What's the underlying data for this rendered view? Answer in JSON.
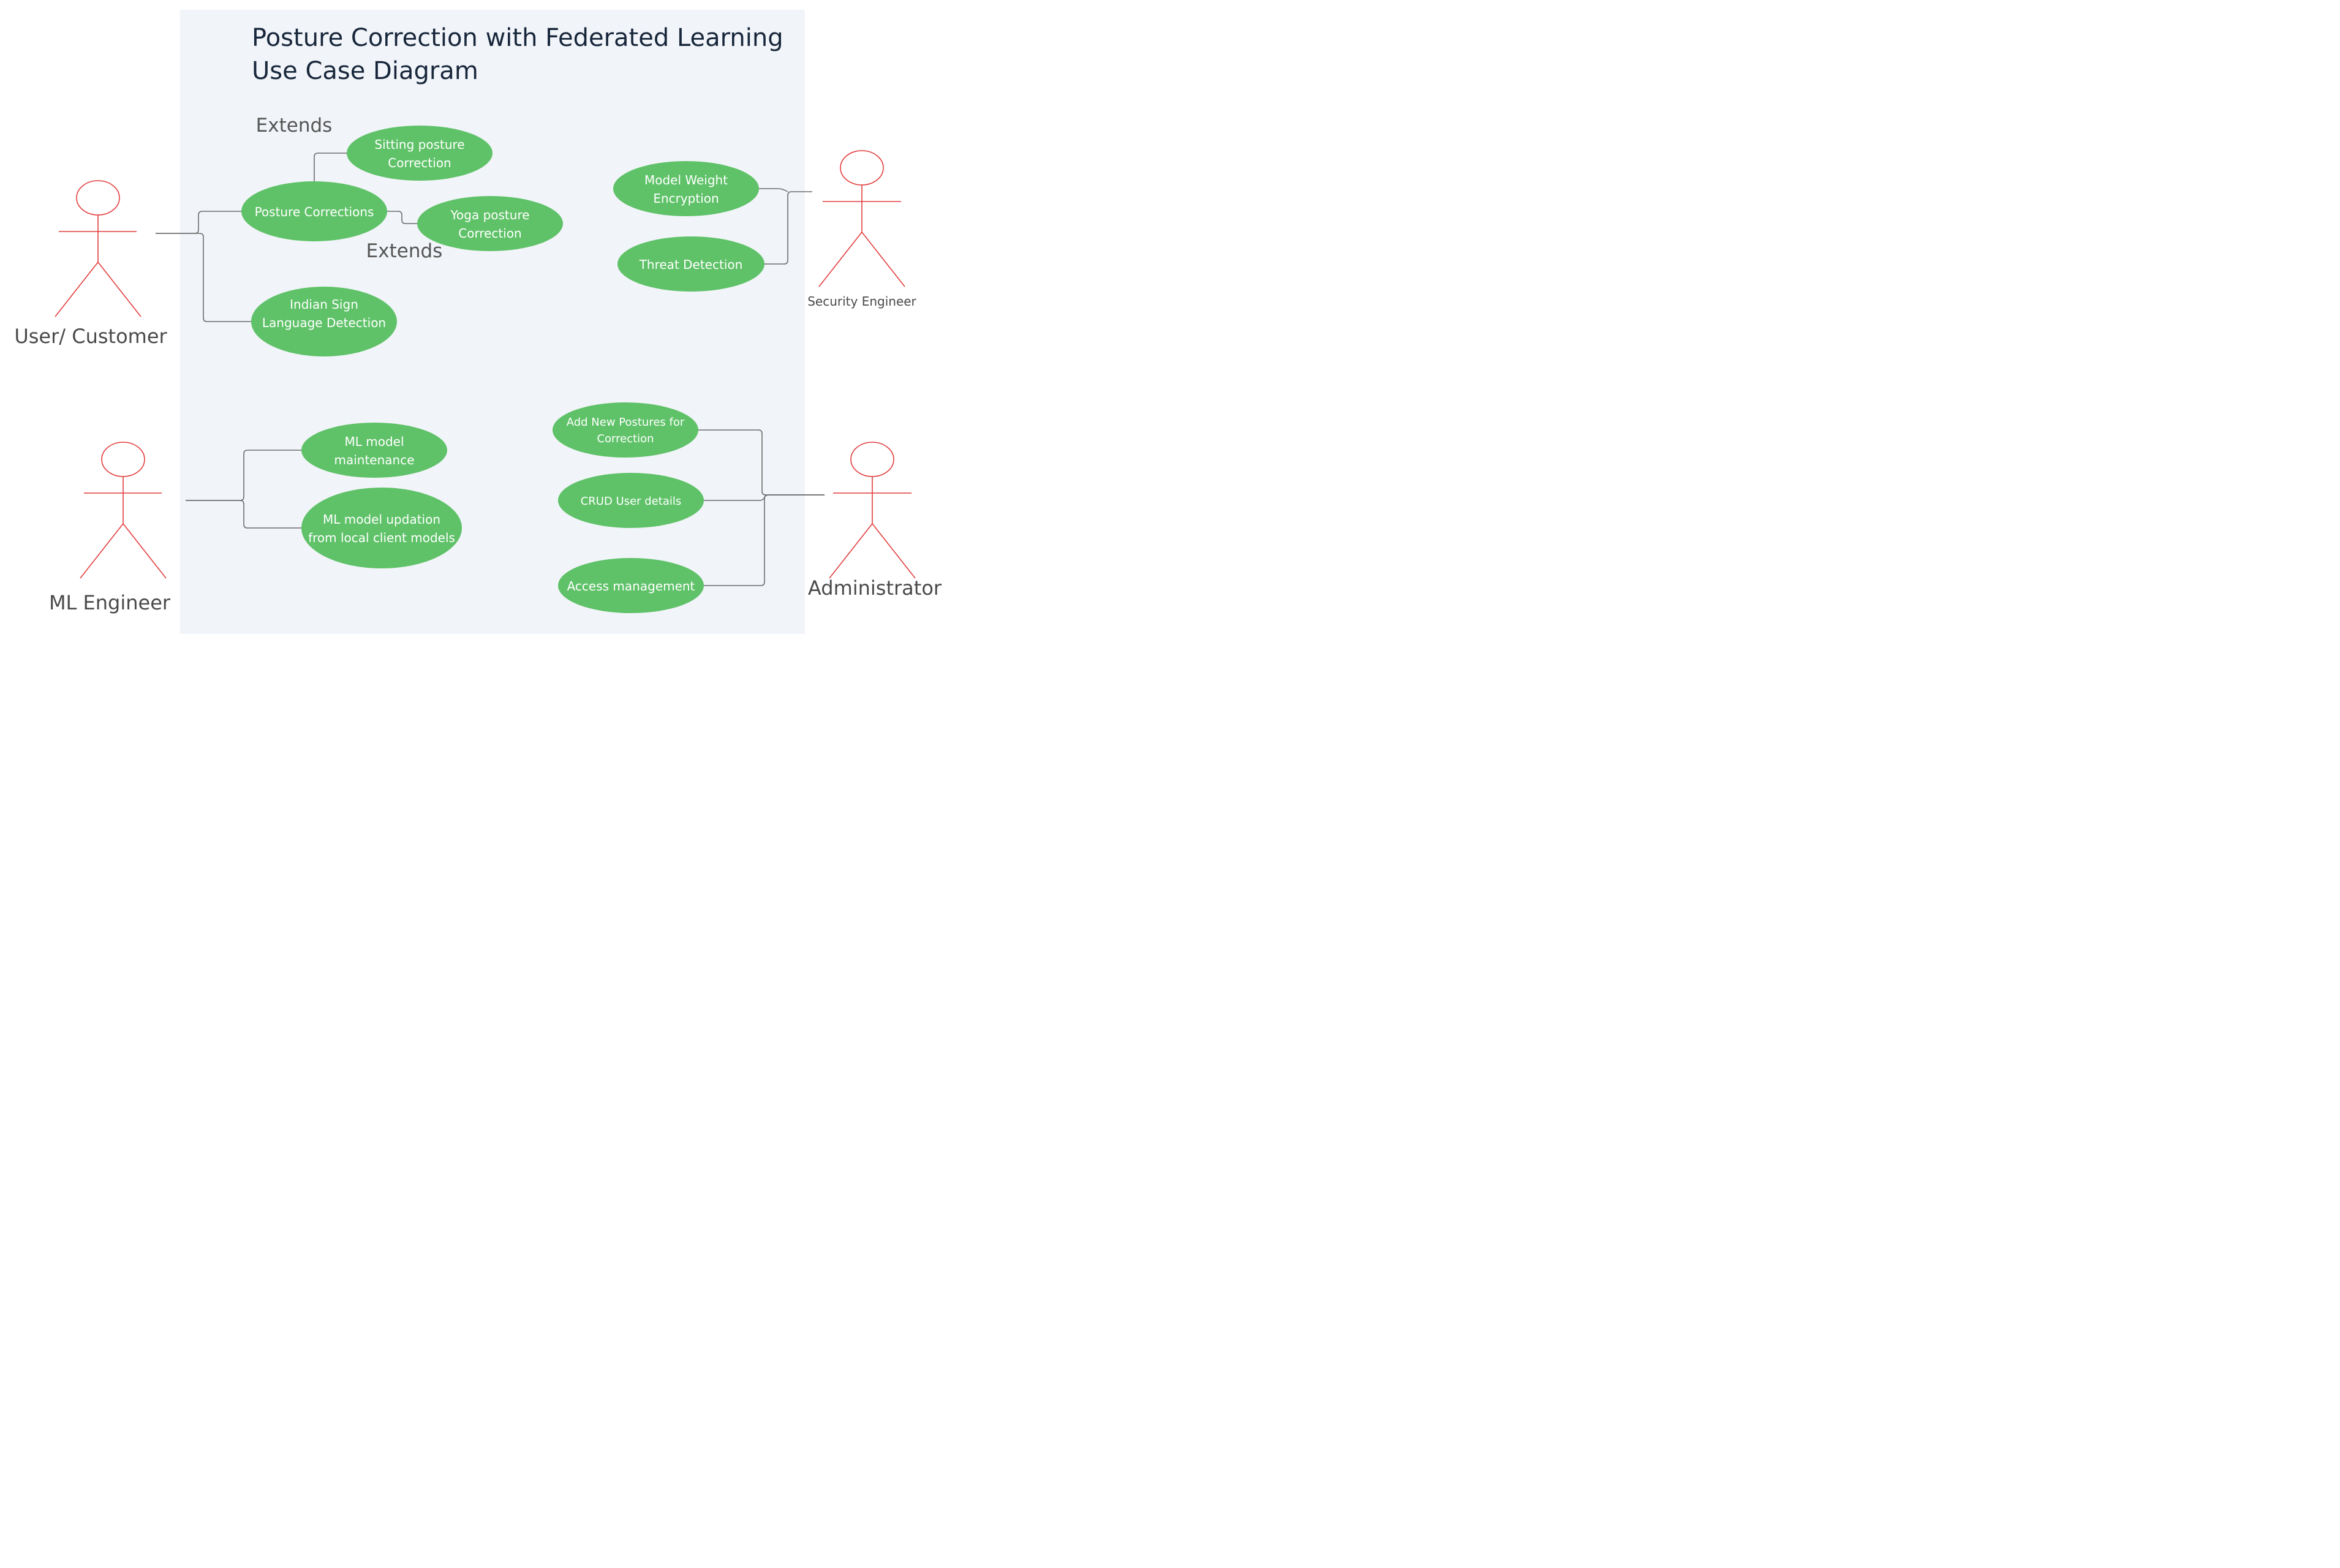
{
  "title": {
    "line1": "Posture Correction with Federated Learning",
    "line2": "Use Case Diagram"
  },
  "colors": {
    "system_background": "#f1f4f9",
    "use_case_fill": "#5fc268",
    "actor_stroke": "#e33c3c",
    "connector": "#6d6d6d"
  },
  "actors": {
    "user": "User/ Customer",
    "ml_engineer": "ML Engineer",
    "security_engineer": "Security Engineer",
    "administrator": "Administrator"
  },
  "relationships": {
    "extends_1": "Extends",
    "extends_2": "Extends"
  },
  "use_cases": {
    "posture_corrections": [
      "Posture Corrections"
    ],
    "sitting_posture": [
      "Sitting posture",
      "Correction"
    ],
    "yoga_posture": [
      "Yoga posture",
      "Correction"
    ],
    "sign_language": [
      "Indian Sign",
      "Language Detection"
    ],
    "model_weight_encryption": [
      "Model Weight",
      "Encryption"
    ],
    "threat_detection": [
      "Threat Detection"
    ],
    "ml_maintenance": [
      "ML model",
      "maintenance"
    ],
    "ml_updation": [
      "ML model updation",
      "from local client models"
    ],
    "add_postures": [
      "Add New Postures for",
      "Correction"
    ],
    "crud_user": [
      "CRUD User details"
    ],
    "access_management": [
      "Access management"
    ]
  }
}
